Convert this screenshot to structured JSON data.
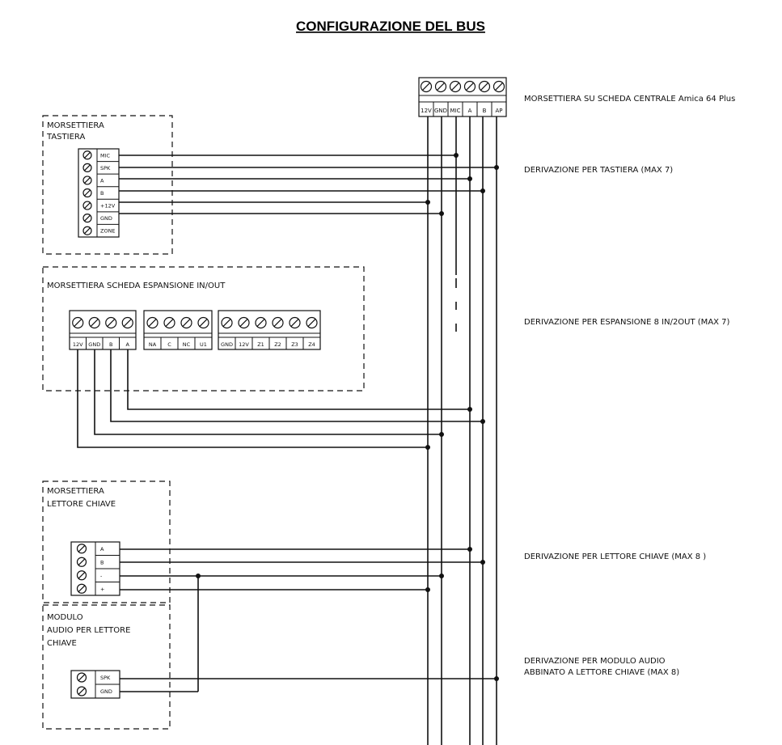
{
  "title": "CONFIGURAZIONE DEL BUS",
  "central_block": {
    "label": "MORSETTIERA SU SCHEDA CENTRALE Amica 64 Plus",
    "terminals": [
      "12V",
      "GND",
      "MIC",
      "A",
      "B",
      "AP"
    ]
  },
  "keypad_block": {
    "label_line1": "MORSETTIERA",
    "label_line2": "TASTIERA",
    "terminals": [
      "MIC",
      "SPK",
      "A",
      "B",
      "+12V",
      "GND",
      "ZONE"
    ],
    "branch_label": "DERIVAZIONE PER TASTIERA (MAX 7)"
  },
  "expansion_block": {
    "label": "MORSETTIERA SCHEDA ESPANSIONE IN/OUT",
    "group1": [
      "12V",
      "GND",
      "B",
      "A"
    ],
    "group2": [
      "NA",
      "C",
      "NC",
      "U1"
    ],
    "group3": [
      "GND",
      "12V",
      "Z1",
      "Z2",
      "Z3",
      "Z4"
    ],
    "branch_label": "DERIVAZIONE PER ESPANSIONE 8 IN/2OUT (MAX 7)"
  },
  "key_reader_block": {
    "label_line1": "MORSETTIERA",
    "label_line2": "LETTORE CHIAVE",
    "terminals": [
      "A",
      "B",
      "-",
      "+"
    ],
    "branch_label": "DERIVAZIONE PER LETTORE CHIAVE (MAX 8 )"
  },
  "audio_module_block": {
    "label_line1": "MODULO",
    "label_line2": "AUDIO PER LETTORE",
    "label_line3": "CHIAVE",
    "terminals": [
      "SPK",
      "GND"
    ],
    "branch_label_line1": "DERIVAZIONE PER MODULO AUDIO",
    "branch_label_line2": "ABBINATO A LETTORE CHIAVE (MAX 8)"
  }
}
